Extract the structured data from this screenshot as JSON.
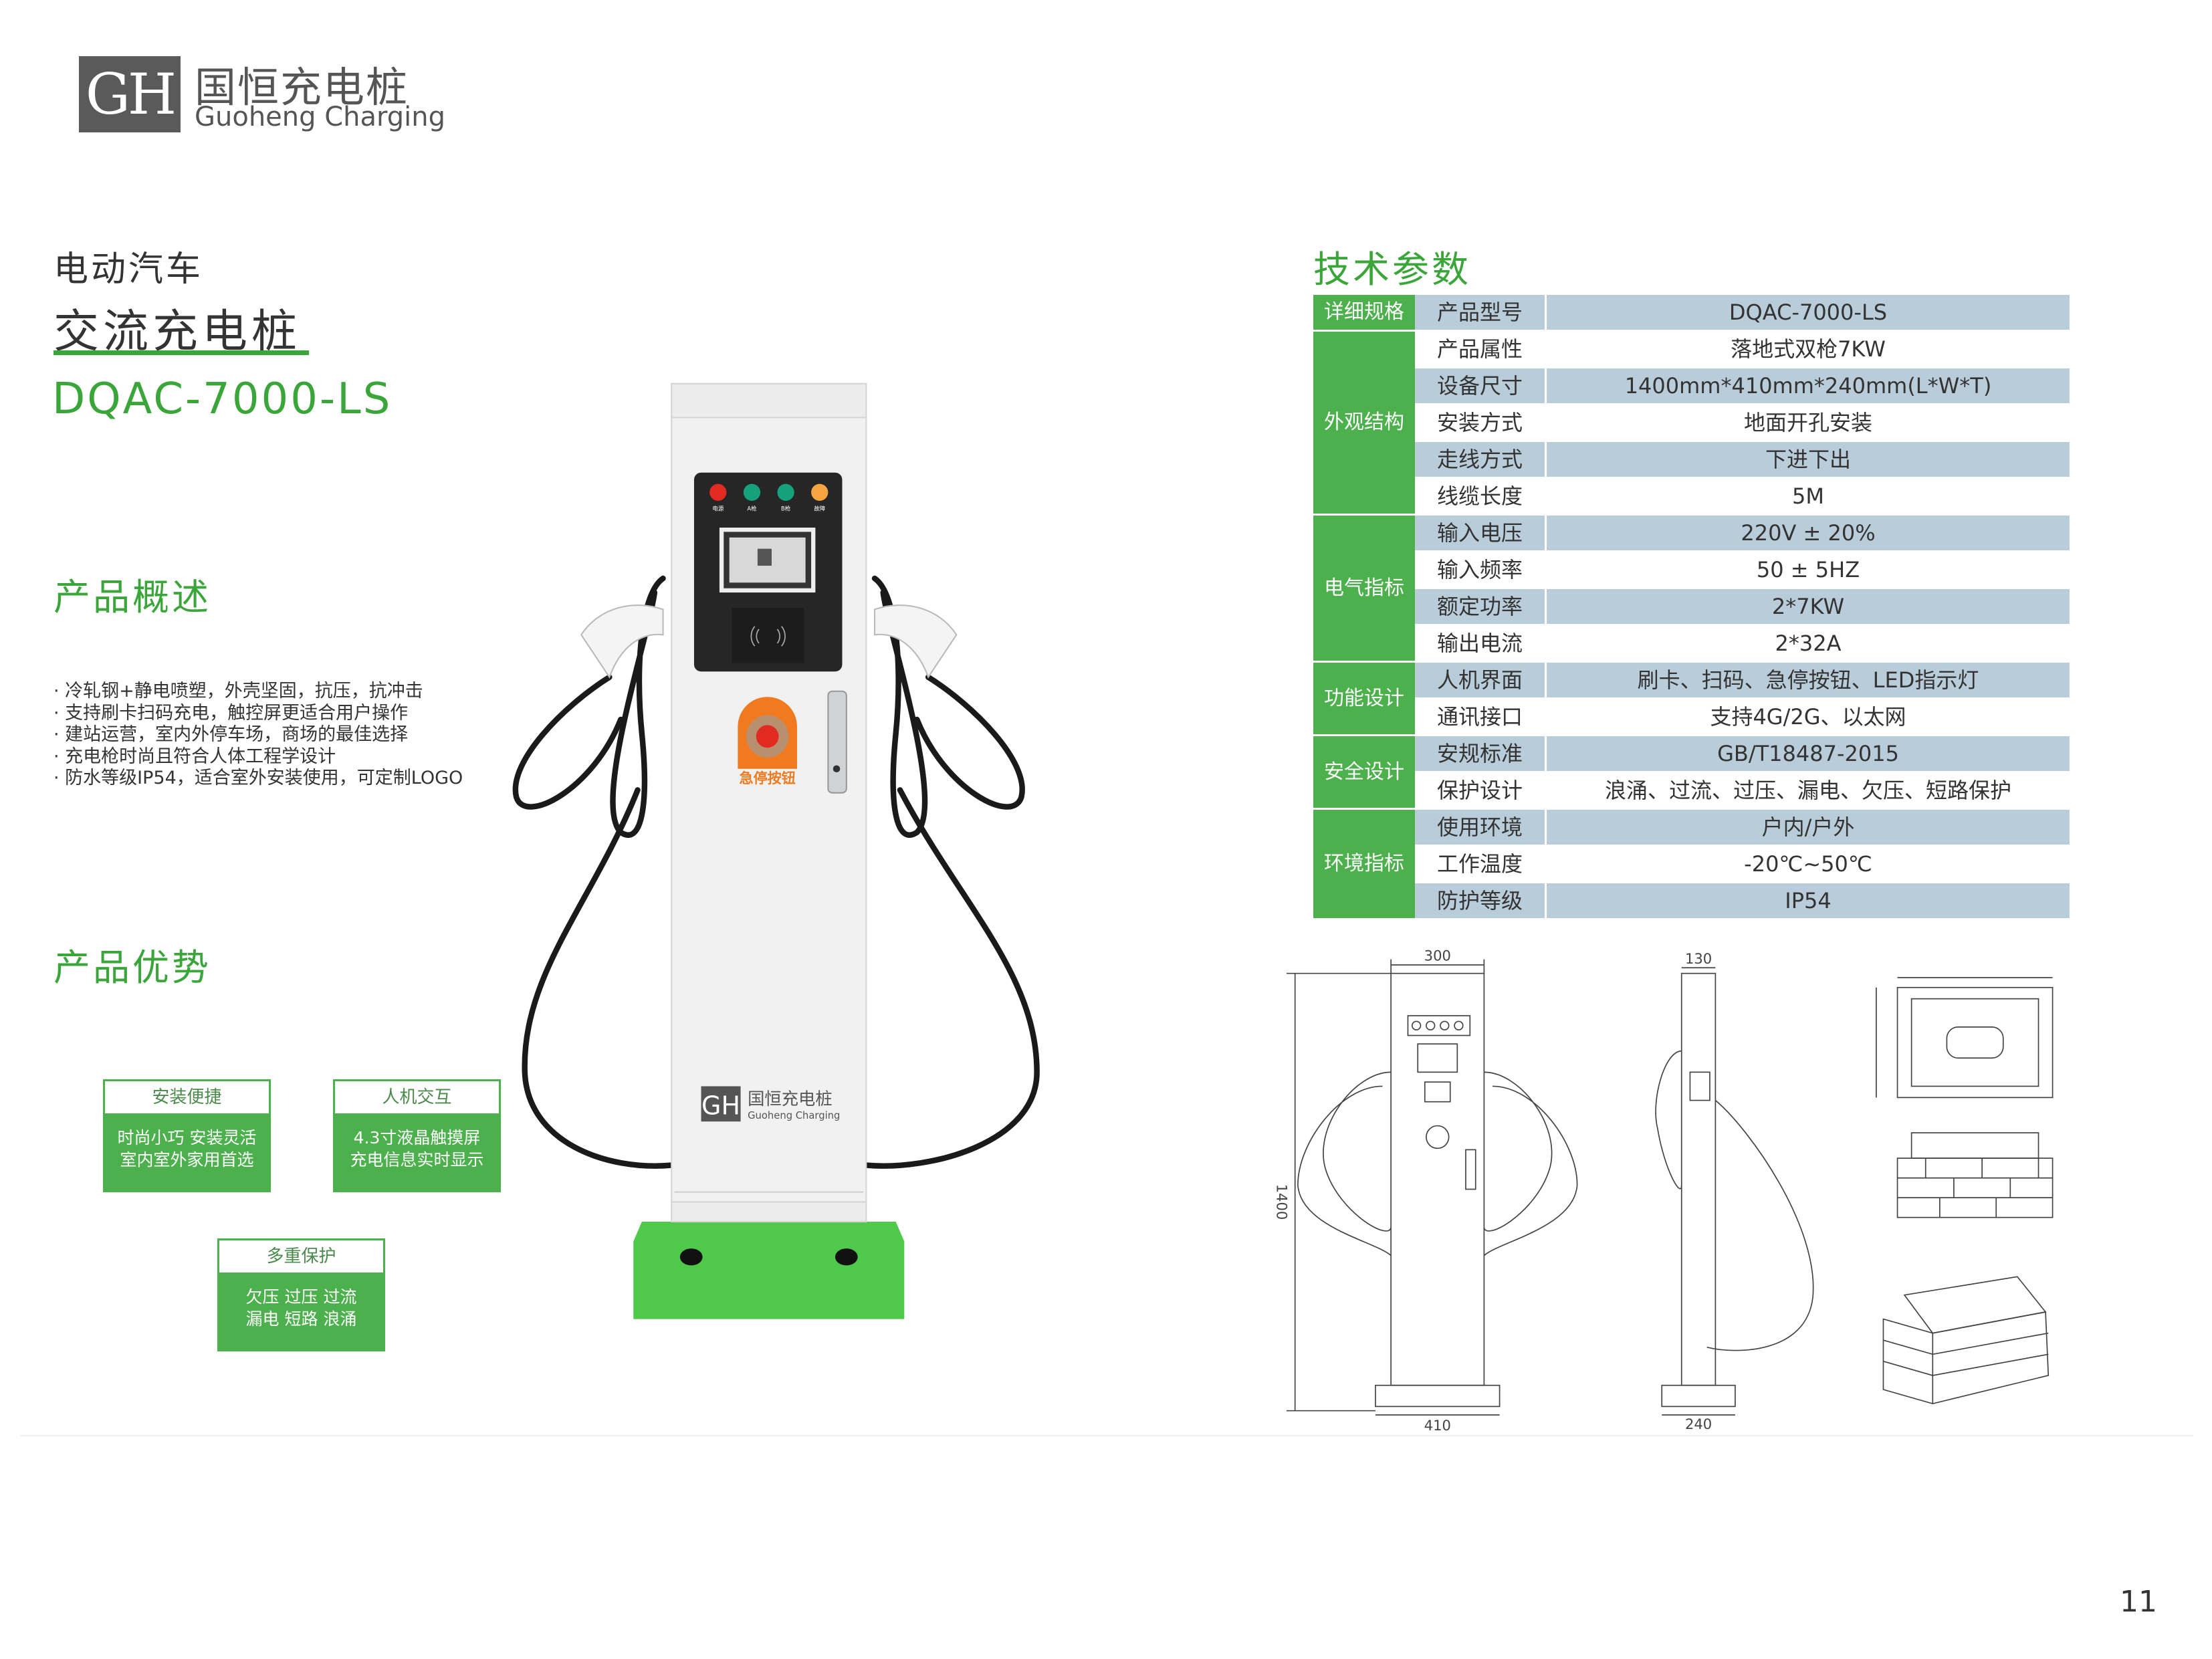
{
  "brand": {
    "mark": "GH",
    "name_cn": "国恒充电桩",
    "name_en": "Guoheng Charging"
  },
  "product": {
    "category": "电动汽车",
    "type": "交流充电桩",
    "model": "DQAC-7000-LS"
  },
  "overview": {
    "title": "产品概述",
    "bullets": [
      "冷轧钢+静电喷塑，外壳坚固，抗压，抗冲击",
      "支持刷卡扫码充电，触控屏更适合用户操作",
      "建站运营，室内外停车场，商场的最佳选择",
      "充电枪时尚且符合人体工程学设计",
      "防水等级IP54，适合室外安装使用，可定制LOGO"
    ]
  },
  "advantages": {
    "title": "产品优势",
    "items": [
      {
        "title": "安装便捷",
        "line1": "时尚小巧 安装灵活",
        "line2": "室内室外家用首选"
      },
      {
        "title": "人机交互",
        "line1": "4.3寸液晶触摸屏",
        "line2": "充电信息实时显示"
      },
      {
        "title": "多重保护",
        "line1": "欠压 过压 过流",
        "line2": "漏电 短路 浪涌"
      }
    ]
  },
  "charger": {
    "lights": [
      "电源",
      "A枪",
      "B枪",
      "故障"
    ],
    "light_colors": [
      "#e02a22",
      "#16a07c",
      "#16a07c",
      "#f4a440"
    ],
    "estop_label": "急停按钮",
    "body_logo_mark": "GH",
    "body_logo_cn": "国恒充电桩",
    "body_logo_en": "Guoheng Charging"
  },
  "spec": {
    "title": "技术参数",
    "groups": [
      {
        "name": "详细规格",
        "rows": [
          [
            "产品型号",
            "DQAC-7000-LS"
          ]
        ]
      },
      {
        "name": "外观结构",
        "rows": [
          [
            "产品属性",
            "落地式双枪7KW"
          ],
          [
            "设备尺寸",
            "1400mm*410mm*240mm(L*W*T)"
          ],
          [
            "安装方式",
            "地面开孔安装"
          ],
          [
            "走线方式",
            "下进下出"
          ],
          [
            "线缆长度",
            "5M"
          ]
        ]
      },
      {
        "name": "电气指标",
        "rows": [
          [
            "输入电压",
            "220V ± 20%"
          ],
          [
            "输入频率",
            "50 ± 5HZ"
          ],
          [
            "额定功率",
            "2*7KW"
          ],
          [
            "输出电流",
            "2*32A"
          ]
        ]
      },
      {
        "name": "功能设计",
        "rows": [
          [
            "人机界面",
            "刷卡、扫码、急停按钮、LED指示灯"
          ],
          [
            "通讯接口",
            "支持4G/2G、以太网"
          ]
        ]
      },
      {
        "name": "安全设计",
        "rows": [
          [
            "安规标准",
            "GB/T18487-2015"
          ],
          [
            "保护设计",
            "浪涌、过流、过压、漏电、欠压、短路保护"
          ]
        ]
      },
      {
        "name": "环境指标",
        "rows": [
          [
            "使用环境",
            "户内/户外"
          ],
          [
            "工作温度",
            "-20℃~50℃"
          ],
          [
            "防护等级",
            "IP54"
          ]
        ]
      }
    ]
  },
  "drawings": {
    "front_width": "300",
    "height": "1400",
    "base_width": "410",
    "side_width": "130",
    "side_base": "240"
  },
  "colors": {
    "green": "#4cb04c",
    "title_green": "#3aa63a",
    "row_blue": "#b9ccd9",
    "base_green": "#4fc94a"
  },
  "page_number": "11"
}
